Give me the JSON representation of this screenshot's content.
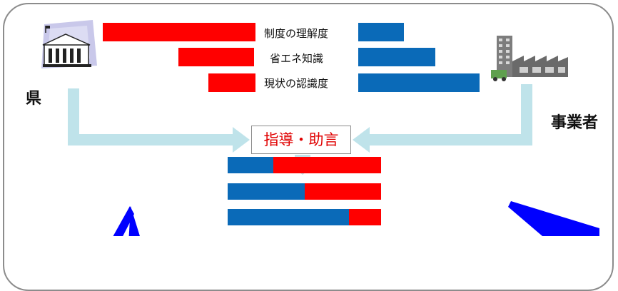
{
  "parties": {
    "prefecture": "県",
    "business": "事業者"
  },
  "comparison_rows": [
    {
      "label": "制度の理解度",
      "prefecture": 214,
      "business": 64
    },
    {
      "label": "省エネ知識",
      "prefecture": 106,
      "business": 108
    },
    {
      "label": "現状の認識度",
      "prefecture": 66,
      "business": 170
    }
  ],
  "advice_label": "指導・助言",
  "result_rows": [
    {
      "business": 64,
      "prefecture": 151
    },
    {
      "business": 108,
      "prefecture": 107
    },
    {
      "business": 170,
      "prefecture": 45
    }
  ],
  "colors": {
    "prefecture": "#ff0000",
    "business": "#0a6ab8",
    "arrow": "#bfe3ea",
    "accent_arrow": "#0000ff"
  },
  "icons": {
    "prefecture_icon": "government-building-icon",
    "business_icon": "factory-icon"
  }
}
